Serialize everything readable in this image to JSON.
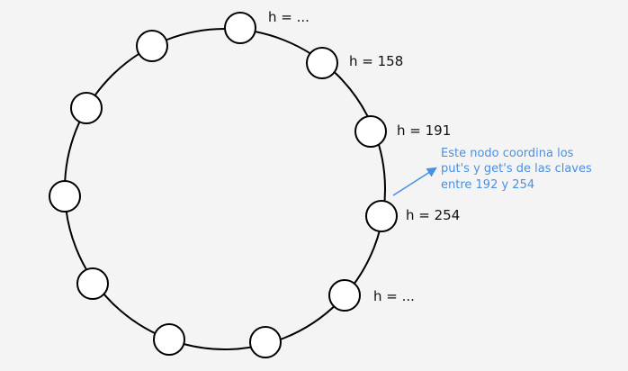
{
  "diagram": {
    "ring": {
      "labels": [
        "h = ...",
        "h = 158",
        "h = 191",
        "h = 254",
        "h = ..."
      ]
    },
    "annotation": {
      "lines": [
        "Este nodo coordina los",
        "put's y get's de las claves",
        "entre 192 y 254"
      ]
    }
  },
  "colors": {
    "background": "#f4f4f4",
    "ring_stroke": "#000000",
    "node_fill": "#ffffff",
    "label_text": "#111111",
    "annotation": "#4a90e2"
  }
}
